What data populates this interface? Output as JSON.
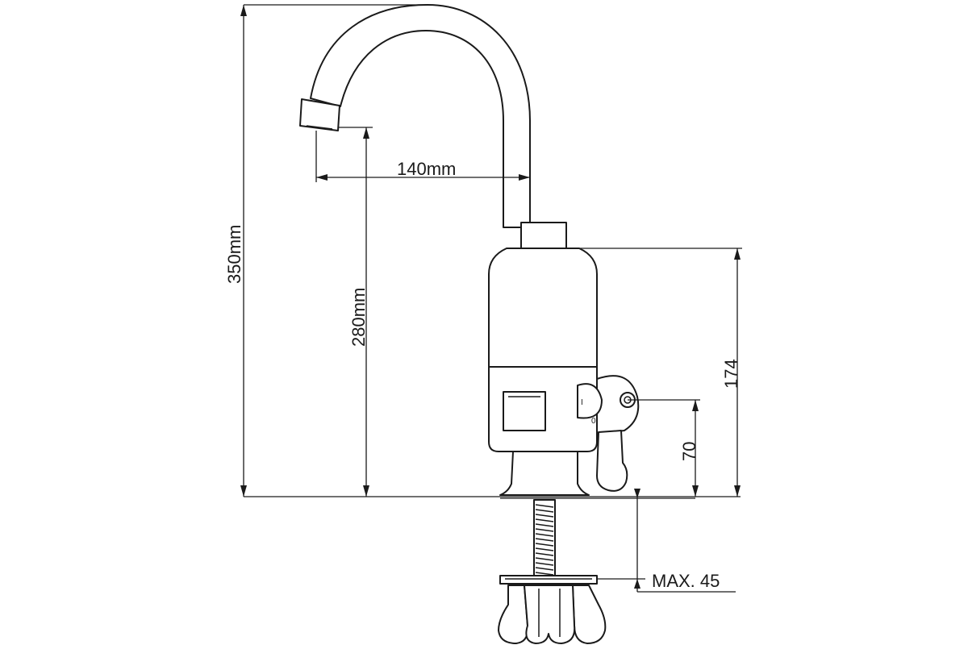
{
  "dimensions": {
    "total_height": "350mm",
    "spout_height": "280mm",
    "spout_reach": "140mm",
    "body_height": "174",
    "handle_height": "70",
    "max_countertop": "MAX. 45"
  },
  "handle_marks": {
    "off": "0",
    "on": "I"
  }
}
